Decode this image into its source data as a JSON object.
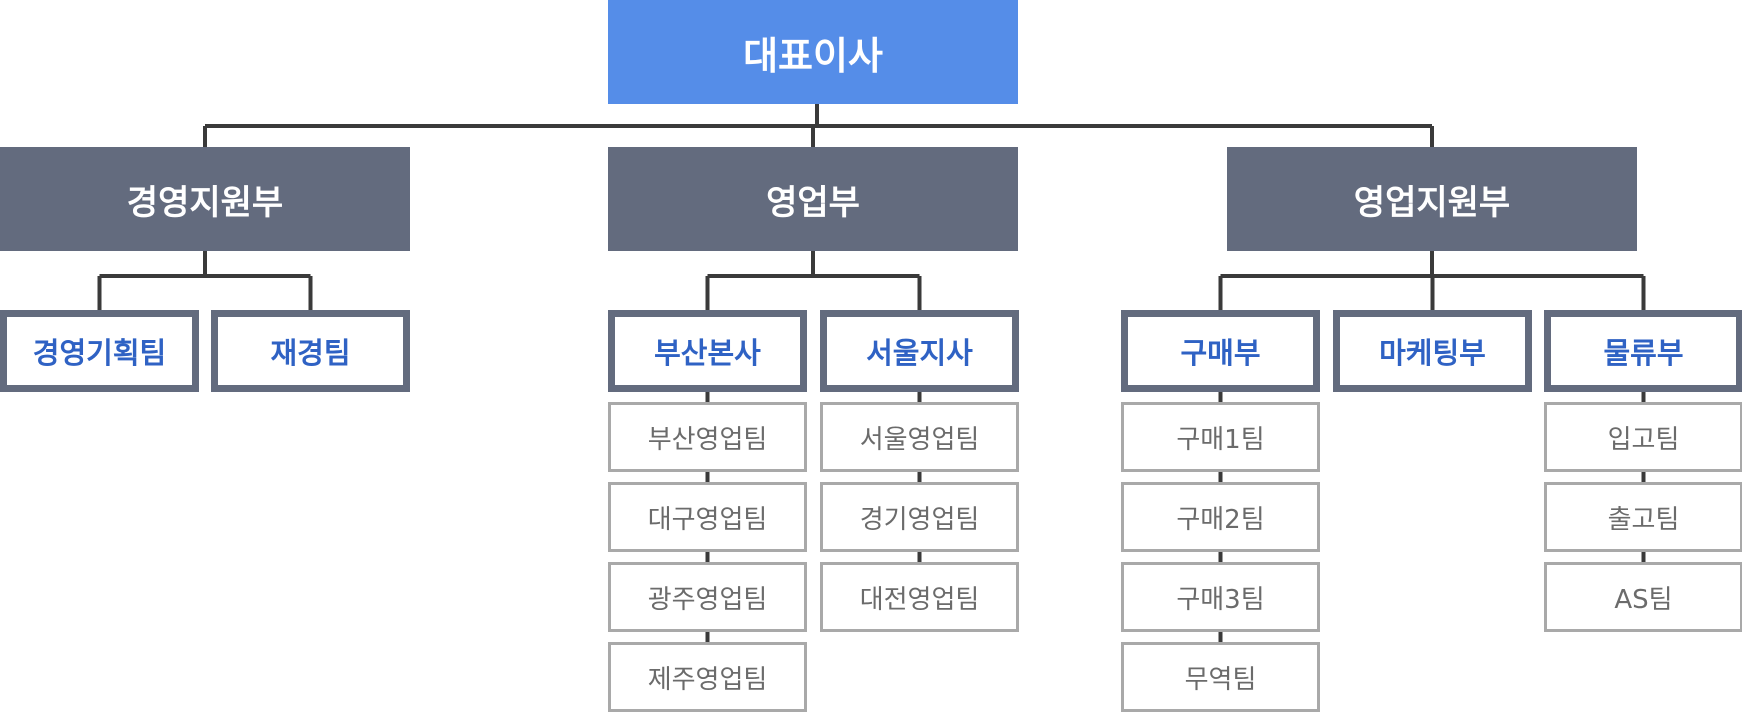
{
  "ceo": "대표이사",
  "departments": [
    {
      "name": "경영지원부",
      "teams": [
        {
          "name": "경영기획팀",
          "subs": []
        },
        {
          "name": "재경팀",
          "subs": []
        }
      ]
    },
    {
      "name": "영업부",
      "teams": [
        {
          "name": "부산본사",
          "subs": [
            "부산영업팀",
            "대구영업팀",
            "광주영업팀",
            "제주영업팀"
          ]
        },
        {
          "name": "서울지사",
          "subs": [
            "서울영업팀",
            "경기영업팀",
            "대전영업팀"
          ]
        }
      ]
    },
    {
      "name": "영업지원부",
      "teams": [
        {
          "name": "구매부",
          "subs": [
            "구매1팀",
            "구매2팀",
            "구매3팀",
            "무역팀"
          ]
        },
        {
          "name": "마케팅부",
          "subs": []
        },
        {
          "name": "물류부",
          "subs": [
            "입고팀",
            "출고팀",
            "AS팀"
          ]
        }
      ]
    }
  ]
}
